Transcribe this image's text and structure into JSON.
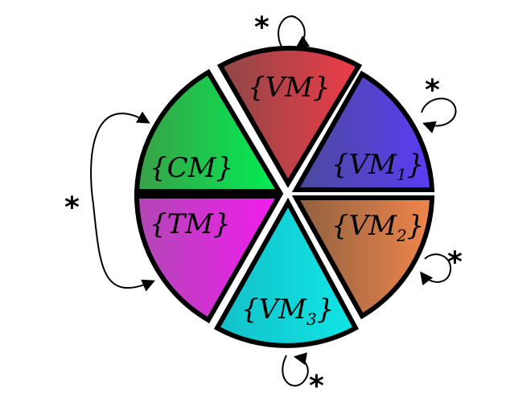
{
  "diagram": {
    "sectors": [
      {
        "id": "vm",
        "label": "{VM}",
        "color_a": "#8e4848",
        "color_b": "#ee3b48"
      },
      {
        "id": "vm1",
        "label": "{VM",
        "sub": "1",
        "label_end": "}",
        "color_a": "#4b4b9a",
        "color_b": "#5a3cf4"
      },
      {
        "id": "vm2",
        "label": "{VM",
        "sub": "2",
        "label_end": "}",
        "color_a": "#8e6040",
        "color_b": "#f0864c"
      },
      {
        "id": "vm3",
        "label": "{VM",
        "sub": "3",
        "label_end": "}",
        "color_a": "#14c0c8",
        "color_b": "#10e6e6"
      },
      {
        "id": "tm",
        "label": "{TM}",
        "color_a": "#b048b4",
        "color_b": "#f41cf0"
      },
      {
        "id": "cm",
        "label": "{CM}",
        "color_a": "#3aa046",
        "color_b": "#00ee55"
      }
    ],
    "star": "*"
  }
}
